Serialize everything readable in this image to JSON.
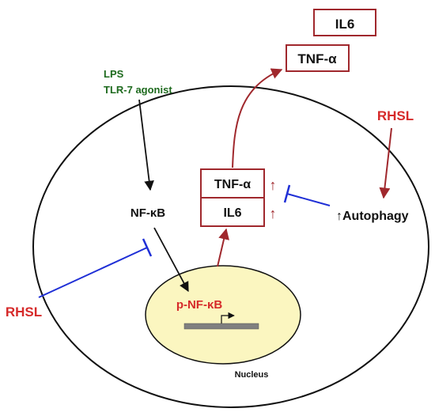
{
  "labels": {
    "il6_top": "IL6",
    "tnf_top": "TNF-α",
    "lps": "LPS",
    "tlr7": "TLR-7 agonist",
    "rhsl_right": "RHSL",
    "rhsl_left": "RHSL",
    "nfkb": "NF-κB",
    "tnf_mid": "TNF-α",
    "il6_mid": "IL6",
    "up_arrow_tnf": "↑",
    "up_arrow_il6": "↑",
    "autophagy": "↑Autophagy",
    "p_nfkb": "p-NF-κB",
    "nucleus": "Nucleus"
  },
  "colors": {
    "dark_red": "#a0282d",
    "red_text": "#d62a2a",
    "green_text": "#1e6a1e",
    "inhibit_blue": "#1f2fd6",
    "black": "#111111",
    "nucleus_fill": "#fbf6c0",
    "gene_bar": "#7f7f7f"
  }
}
